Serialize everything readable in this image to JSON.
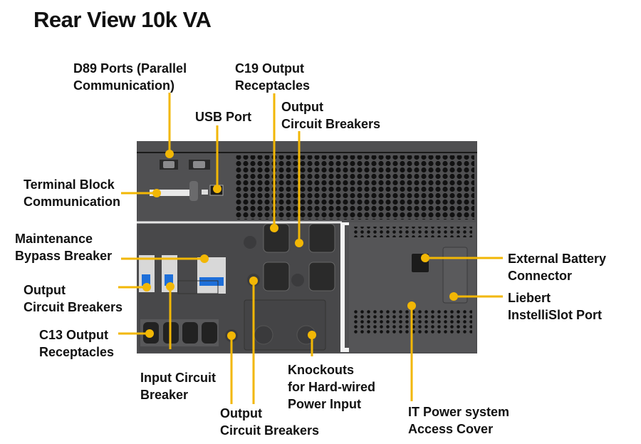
{
  "title": "Rear View 10k VA",
  "accent_color": "#F2B705",
  "device_color": "#4d4d4f",
  "callouts": [
    {
      "id": "d89-ports",
      "lines": [
        "D89 Ports (Parallel",
        "Communication)"
      ]
    },
    {
      "id": "usb-port",
      "lines": [
        "USB Port"
      ]
    },
    {
      "id": "c19-output-receptacles",
      "lines": [
        "C19 Output",
        "Receptacles"
      ]
    },
    {
      "id": "output-circuit-breakers-top",
      "lines": [
        "Output",
        "Circuit Breakers"
      ]
    },
    {
      "id": "terminal-block-communication",
      "lines": [
        "Terminal Block",
        "Communication"
      ]
    },
    {
      "id": "maintenance-bypass-breaker",
      "lines": [
        "Maintenance",
        "Bypass Breaker"
      ]
    },
    {
      "id": "output-circuit-breakers-left",
      "lines": [
        "Output",
        "Circuit Breakers"
      ]
    },
    {
      "id": "c13-output-receptacles",
      "lines": [
        "C13 Output",
        "Receptacles"
      ]
    },
    {
      "id": "input-circuit-breaker",
      "lines": [
        "Input Circuit",
        "Breaker"
      ]
    },
    {
      "id": "output-circuit-breakers-bottom",
      "lines": [
        "Output",
        "Circuit Breakers"
      ]
    },
    {
      "id": "knockouts-hard-wired",
      "lines": [
        "Knockouts",
        "for Hard-wired",
        "Power Input"
      ]
    },
    {
      "id": "it-power-access-cover",
      "lines": [
        "IT Power system",
        "Access Cover"
      ]
    },
    {
      "id": "external-battery-connector",
      "lines": [
        "External Battery",
        "Connector"
      ]
    },
    {
      "id": "liebert-intellislot-port",
      "lines": [
        "Liebert",
        "InstelliSlot Port"
      ]
    }
  ]
}
